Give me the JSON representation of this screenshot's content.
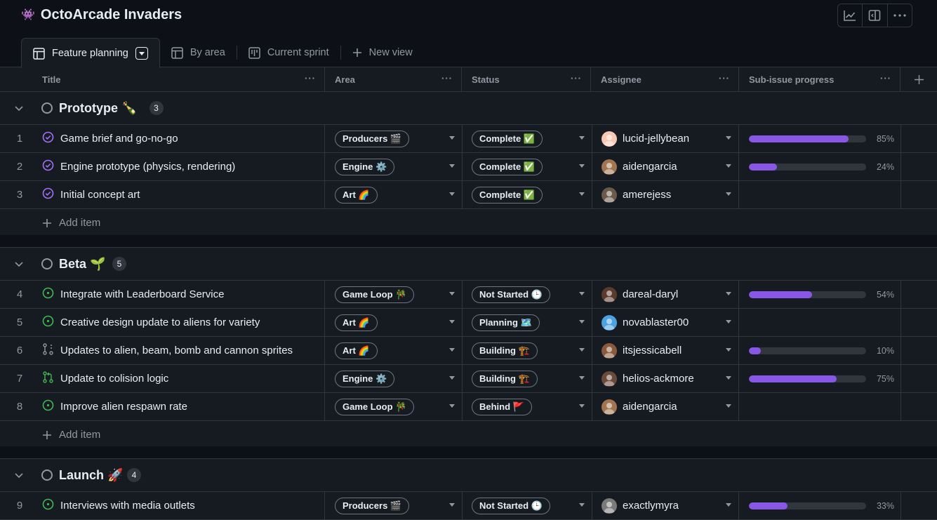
{
  "project": {
    "title": "OctoArcade Invaders",
    "logo": "👾"
  },
  "tabs": [
    {
      "label": "Feature planning",
      "icon": "table-icon",
      "active": true
    },
    {
      "label": "By area",
      "icon": "table-icon",
      "active": false
    },
    {
      "label": "Current sprint",
      "icon": "board-icon",
      "active": false
    },
    {
      "label": "New view",
      "icon": "plus-icon",
      "active": false
    }
  ],
  "columns": {
    "title": "Title",
    "area": "Area",
    "status": "Status",
    "assignee": "Assignee",
    "progress": "Sub-issue progress"
  },
  "add_item_label": "Add item",
  "groups": [
    {
      "name": "Prototype",
      "emoji": "🍾",
      "count": "3",
      "rows": [
        {
          "num": "1",
          "title": "Game brief and go-no-go",
          "state": "closed",
          "area": "Producers 🎬",
          "status": "Complete ✅",
          "assignee": "lucid-jellybean",
          "avatar_color": "#f5c9b3",
          "progress": 85,
          "pct": "85%"
        },
        {
          "num": "2",
          "title": "Engine prototype (physics, rendering)",
          "state": "closed",
          "area": "Engine ⚙️",
          "status": "Complete ✅",
          "assignee": "aidengarcia",
          "avatar_color": "#a0754f",
          "progress": 24,
          "pct": "24%"
        },
        {
          "num": "3",
          "title": "Initial concept art",
          "state": "closed",
          "area": "Art 🌈",
          "status": "Complete ✅",
          "assignee": "amerejess",
          "avatar_color": "#6b5a4a",
          "progress": null,
          "pct": ""
        }
      ]
    },
    {
      "name": "Beta",
      "emoji": "🌱",
      "count": "5",
      "rows": [
        {
          "num": "4",
          "title": "Integrate with Leaderboard Service",
          "state": "open",
          "area": "Game Loop 🎋",
          "status": "Not Started 🕒",
          "assignee": "dareal-daryl",
          "avatar_color": "#5a3a2a",
          "progress": 54,
          "pct": "54%"
        },
        {
          "num": "5",
          "title": "Creative design update to aliens for variety",
          "state": "open",
          "area": "Art 🌈",
          "status": "Planning 🗺️",
          "assignee": "novablaster00",
          "avatar_color": "#4aa3df",
          "progress": null,
          "pct": ""
        },
        {
          "num": "6",
          "title": "Updates to alien, beam, bomb and cannon sprites",
          "state": "draft-pr",
          "area": "Art 🌈",
          "status": "Building 🏗️",
          "assignee": "itsjessicabell",
          "avatar_color": "#8a5a3c",
          "progress": 10,
          "pct": "10%"
        },
        {
          "num": "7",
          "title": "Update to colision logic",
          "state": "pr",
          "area": "Engine ⚙️",
          "status": "Building 🏗️",
          "assignee": "helios-ackmore",
          "avatar_color": "#6a4a3a",
          "progress": 75,
          "pct": "75%"
        },
        {
          "num": "8",
          "title": "Improve alien respawn rate",
          "state": "open",
          "area": "Game Loop 🎋",
          "status": "Behind 🚩",
          "assignee": "aidengarcia",
          "avatar_color": "#a0754f",
          "progress": null,
          "pct": ""
        }
      ]
    },
    {
      "name": "Launch",
      "emoji": "🚀",
      "count": "4",
      "rows": [
        {
          "num": "9",
          "title": "Interviews with media outlets",
          "state": "open",
          "area": "Producers 🎬",
          "status": "Not Started 🕒",
          "assignee": "exactlymyra",
          "avatar_color": "#7a7a7a",
          "progress": 33,
          "pct": "33%"
        }
      ]
    }
  ],
  "colors": {
    "accent_purple": "#8957e5",
    "open_green": "#3fb950",
    "closed_purple": "#a371f7",
    "background": "#161b22"
  }
}
